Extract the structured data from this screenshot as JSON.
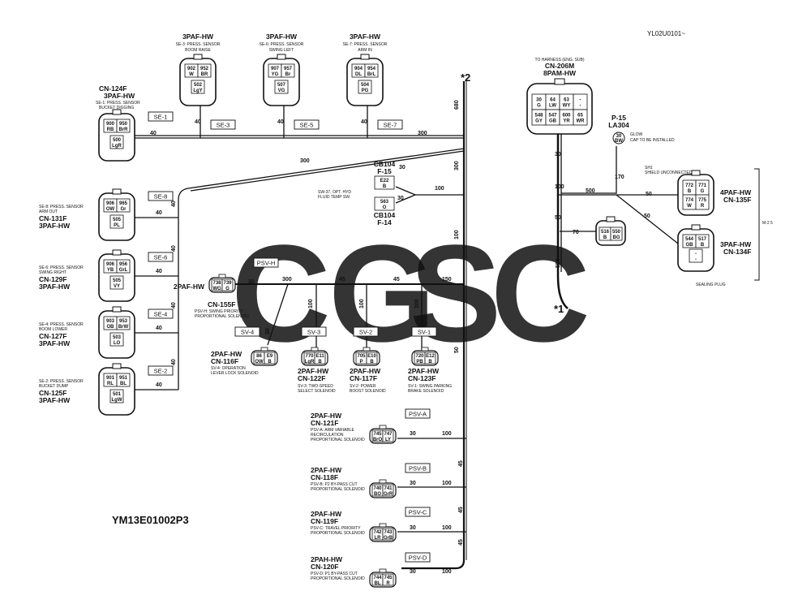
{
  "header": {
    "drawing_id": "YL02U0101~",
    "footer_code": "YM13E01002P3"
  },
  "watermark": {
    "letters": [
      {
        "char": "C",
        "color": "#4f86e8"
      },
      {
        "char": "G",
        "color": "#ee6b5e"
      },
      {
        "char": "S",
        "color": "#f6c04a"
      },
      {
        "char": "C",
        "color": "#3aa676"
      }
    ]
  },
  "markers": {
    "m2": "*2",
    "m1": "*1"
  },
  "top_sensors": [
    {
      "type": "3PAF-HW",
      "desc1": "SE-3: PRESS. SENSOR",
      "desc2": "BOOM RAISE",
      "pins": [
        "902\nW",
        "952\nBR",
        "502\nLgY"
      ],
      "tag": "SE-3"
    },
    {
      "type": "3PAF-HW",
      "desc1": "SE-6: PRESS. SENSOR",
      "desc2": "SWING LEFT",
      "pins": [
        "907\nYG",
        "957\nBr",
        "507\nVG"
      ],
      "tag": "SE-5"
    },
    {
      "type": "3PAF-HW",
      "desc1": "SE-7: PRESS. SENSOR",
      "desc2": "ARM IN",
      "pins": [
        "904\nDL",
        "954\nBrL",
        "504\nPG"
      ],
      "tag": "SE-7"
    }
  ],
  "left_sensors": [
    {
      "id": "CN-124F",
      "type": "3PAF-HW",
      "desc1": "SE-1: PRESS. SENSOR",
      "desc2": "BUCKET DIGGING",
      "pins": [
        "900\nRB",
        "950\nBrR",
        "500\nLgR"
      ],
      "tag": "SE-1"
    },
    {
      "id": "CN-131F",
      "type": "3PAF-HW",
      "desc1": "SE-8: PRESS. SENSOR",
      "desc2": "ARM OUT",
      "pins": [
        "906\nOW",
        "965\nGr",
        "505\nPL"
      ],
      "tag": "SE-8"
    },
    {
      "id": "CN-129F",
      "type": "3PAF-HW",
      "desc1": "SE-6: PRESS. SENSOR",
      "desc2": "SWING RIGHT",
      "pins": [
        "906\nYB",
        "956\nGrL",
        "505\nVY"
      ],
      "tag": "SE-6"
    },
    {
      "id": "CN-127F",
      "type": "3PAF-HW",
      "desc1": "SE-4: PRESS. SENSOR",
      "desc2": "BOOM LOWER",
      "pins": [
        "903\nOB",
        "953\nBrW",
        "503\nLO"
      ],
      "tag": "SE-4"
    },
    {
      "id": "CN-125F",
      "type": "3PAF-HW",
      "desc1": "SE-2: PRESS. SENSOR",
      "desc2": "BUCKET DUMP",
      "pins": [
        "901\nRL",
        "951\nBL",
        "501\nLgW"
      ],
      "tag": "SE-2"
    }
  ],
  "harness": {
    "title": "TO HARNESS (ENG. SUB)",
    "id": "CN-206M",
    "type": "8PAM-HW",
    "pins": [
      "30\nG",
      "64\nLW",
      "63\nWY",
      "-\n-",
      "548\nGY",
      "547\nGB",
      "600\nYR",
      "65\nWR"
    ]
  },
  "p15": {
    "id": "P-15",
    "sub": "LA304",
    "circle": "30\nBW",
    "note": "GLOW",
    "note2": "CAP TO BE INSTALLED"
  },
  "sh1": {
    "line1": "SH1",
    "line2": "SHIELD UNCONNECTED"
  },
  "cn135": {
    "type": "4PAF-HW",
    "id": "CN-135F",
    "pins": [
      "772\nB",
      "771\nG",
      "774\nW",
      "775\nR"
    ]
  },
  "cn134": {
    "type": "3PAF-HW",
    "id": "CN-134F",
    "pins": [
      "544\nGB",
      "517\nB",
      "-\n-"
    ],
    "plug": "SEALING PLUG"
  },
  "m2side": "M-2  5",
  "small_conn": {
    "pins": [
      "516\nB",
      "550\nBG"
    ]
  },
  "temp_sw": {
    "top_id": "CB104",
    "top_sub": "F-15",
    "top_pin": "E22\nB",
    "bot_id": "CB104",
    "bot_sub": "F-14",
    "bot_pin": "563\nO",
    "desc1": "SW-37, OPT. HYD",
    "desc2": "FLUID TEMP SW."
  },
  "psvh": {
    "tag": "PSV-H",
    "type": "2PAF-HW",
    "id": "CN-155F",
    "desc1": "PSV-H: SWING PRIORITY",
    "desc2": "PROPORTIONAL SOLENOID",
    "pins": [
      "738\nWG",
      "739\nG"
    ]
  },
  "solenoids": [
    {
      "tag": "SV-4",
      "type": "2PAF-HW",
      "id": "CN-116F",
      "desc1": "SV-4: OPERATION",
      "desc2": "LEVER LOCK SOLENOID",
      "pins": [
        "86\nOW",
        "E9\nB"
      ]
    },
    {
      "tag": "SV-3",
      "type": "2PAF-HW",
      "id": "CN-122F",
      "desc1": "SV-3: TWO-SPEED",
      "desc2": "SELECT SOLENOID",
      "pins": [
        "770\nLgR",
        "E11\nB"
      ]
    },
    {
      "tag": "SV-2",
      "type": "2PAF-HW",
      "id": "CN-117F",
      "desc1": "SV-2: POWER",
      "desc2": "BOOST SOLENOID",
      "pins": [
        "705\nP",
        "E10\nB"
      ]
    },
    {
      "tag": "SV-1",
      "type": "2PAF-HW",
      "id": "CN-123F",
      "desc1": "SV-1: SWING PARKING",
      "desc2": "BRAKE SOLENOID",
      "pins": [
        "720\nPB",
        "E12\nB"
      ]
    }
  ],
  "psv_list": [
    {
      "tag": "PSV-A",
      "type": "2PAF-HW",
      "id": "CN-121F",
      "desc1": "PSV-A: ARM VARIABLE",
      "desc2": "RECIRCULATION",
      "desc3": "PROPORTIONAL SOLENOID",
      "pins": [
        "745\nBrO",
        "747\nLY"
      ]
    },
    {
      "tag": "PSV-B",
      "type": "2PAF-HW",
      "id": "CN-118F",
      "desc1": "PSV-B: P2 BY-PASS CUT",
      "desc2": "PROPORTIONAL SOLENOID",
      "desc3": "",
      "pins": [
        "740\nBO",
        "741\nGrR"
      ]
    },
    {
      "tag": "PSV-C",
      "type": "2PAF-HW",
      "id": "CN-119F",
      "desc1": "PSV-C: TRAVEL PRIORITY",
      "desc2": "PROPORTIONAL SOLENOID",
      "desc3": "",
      "pins": [
        "742\nLR",
        "743\nGrB"
      ]
    },
    {
      "tag": "PSV-D",
      "type": "2PAH-HW",
      "id": "CN-120F",
      "desc1": "PSV-D: P1 BY-PASS CUT",
      "desc2": "PROPORTIONAL SOLENOID",
      "desc3": "",
      "pins": [
        "744\nBL",
        "745\nR"
      ]
    }
  ],
  "wire_lengths": {
    "top": [
      "40",
      "40",
      "40",
      "40",
      "300"
    ],
    "main": [
      "680",
      "300",
      "100",
      "50",
      "550"
    ],
    "left": [
      "40",
      "40",
      "40",
      "40",
      "40",
      "40",
      "40",
      "40"
    ],
    "branch": [
      "300",
      "30",
      "30",
      "100",
      "500",
      "50",
      "50",
      "170",
      "100",
      "30",
      "50",
      "70"
    ],
    "sol_row": [
      "30",
      "300",
      "45",
      "45",
      "150",
      "30",
      "100",
      "100",
      "100"
    ],
    "psv_row": [
      "30",
      "100",
      "30",
      "100",
      "30",
      "100",
      "30",
      "100",
      "45",
      "45",
      "45"
    ]
  }
}
